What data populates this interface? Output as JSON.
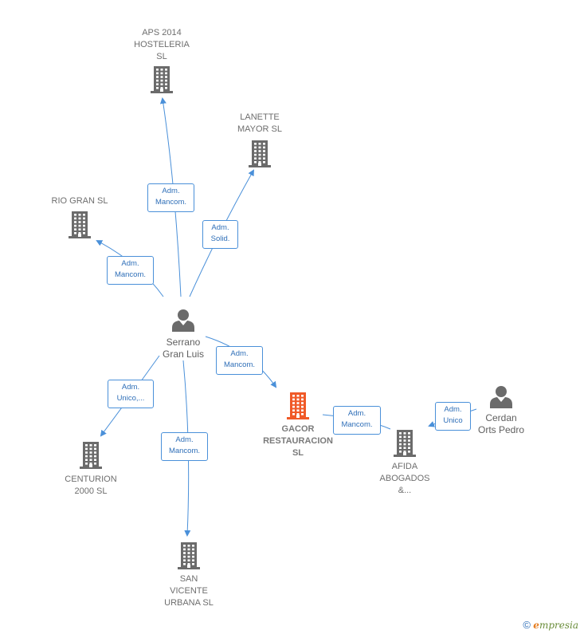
{
  "nodes": {
    "aps": {
      "label": "APS 2014\nHOSTELERIA\nSL",
      "type": "company"
    },
    "lanette": {
      "label": "LANETTE\nMAYOR  SL",
      "type": "company"
    },
    "riogran": {
      "label": "RIO GRAN  SL",
      "type": "company"
    },
    "serrano": {
      "label": "Serrano\nGran Luis",
      "type": "person"
    },
    "gacor": {
      "label": "GACOR\nRESTAURACION\nSL",
      "type": "company-focus"
    },
    "cerdan": {
      "label": "Cerdan\nOrts Pedro",
      "type": "person"
    },
    "afida": {
      "label": "AFIDA\nABOGADOS\n&...",
      "type": "company"
    },
    "centurion": {
      "label": "CENTURION\n2000  SL",
      "type": "company"
    },
    "sanvicente": {
      "label": "SAN\nVICENTE\nURBANA SL",
      "type": "company"
    }
  },
  "edges": {
    "e_aps": {
      "label": "Adm.\nMancom."
    },
    "e_lanette": {
      "label": "Adm.\nSolid."
    },
    "e_riogran": {
      "label": "Adm.\nMancom."
    },
    "e_gacor": {
      "label": "Adm.\nMancom."
    },
    "e_centurion": {
      "label": "Adm.\nUnico,..."
    },
    "e_sanvicente": {
      "label": "Adm.\nMancom."
    },
    "e_afida_gacor": {
      "label": "Adm.\nMancom."
    },
    "e_cerdan": {
      "label": "Adm.\nUnico"
    }
  },
  "colors": {
    "edge": "#4a90d9",
    "company_icon": "#6b6b6b",
    "focus_icon": "#f05a28",
    "person_icon": "#6b6b6b"
  },
  "footer": {
    "copyright": "©",
    "brand_initial": "e",
    "brand_rest": "mpresia"
  }
}
